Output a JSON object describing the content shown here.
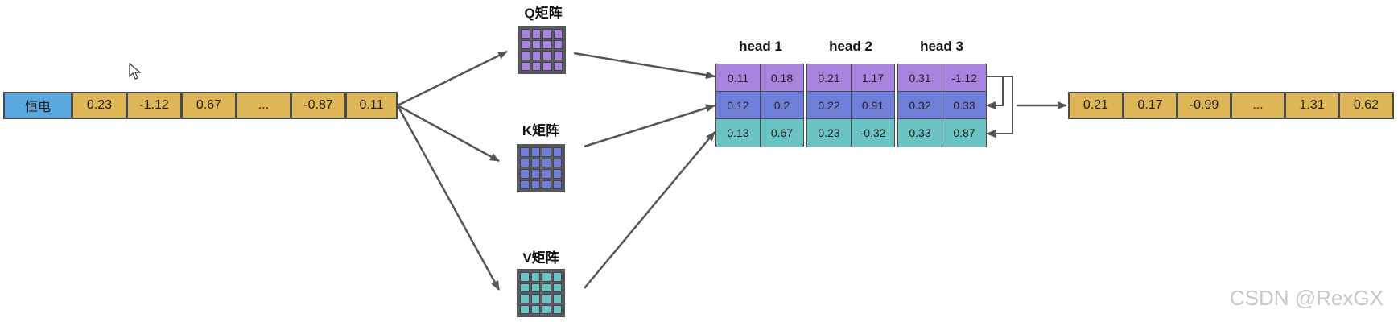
{
  "input": {
    "token": "恒电",
    "values": [
      "0.23",
      "-1.12",
      "0.67",
      "...",
      "-0.87",
      "0.11"
    ]
  },
  "matrices": {
    "q_label": "Q矩阵",
    "k_label": "K矩阵",
    "v_label": "V矩阵",
    "q_icon": "matrix-grid-icon",
    "k_icon": "matrix-grid-icon",
    "v_icon": "matrix-grid-icon"
  },
  "heads": [
    {
      "label": "head 1",
      "q": [
        "0.11",
        "0.18"
      ],
      "k": [
        "0.12",
        "0.2"
      ],
      "v": [
        "0.13",
        "0.67"
      ]
    },
    {
      "label": "head 2",
      "q": [
        "0.21",
        "1.17"
      ],
      "k": [
        "0.22",
        "0.91"
      ],
      "v": [
        "0.23",
        "-0.32"
      ]
    },
    {
      "label": "head 3",
      "q": [
        "0.31",
        "-1.12"
      ],
      "k": [
        "0.32",
        "0.33"
      ],
      "v": [
        "0.33",
        "0.87"
      ]
    }
  ],
  "output": {
    "values": [
      "0.21",
      "0.17",
      "-0.99",
      "...",
      "1.31",
      "0.62"
    ]
  },
  "colors": {
    "token": "#5aa8e0",
    "value": "#dfb657",
    "q": "#a784dd",
    "k": "#6f7fd9",
    "v": "#6cc3c3"
  },
  "watermark": "CSDN @RexGX"
}
